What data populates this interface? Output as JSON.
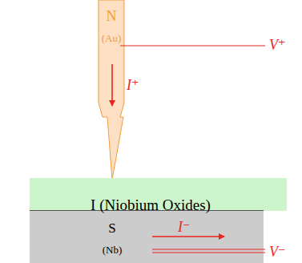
{
  "diagram": {
    "nodes": [
      {
        "text": [
          "N",
          "(Au)"
        ]
      },
      {
        "text": [
          "I (Niobium Oxides)"
        ]
      },
      {
        "text": [
          "S",
          "(Nb)"
        ]
      }
    ],
    "labels": [
      "V⁺",
      "I⁺",
      "I⁻",
      "V⁻"
    ]
  }
}
